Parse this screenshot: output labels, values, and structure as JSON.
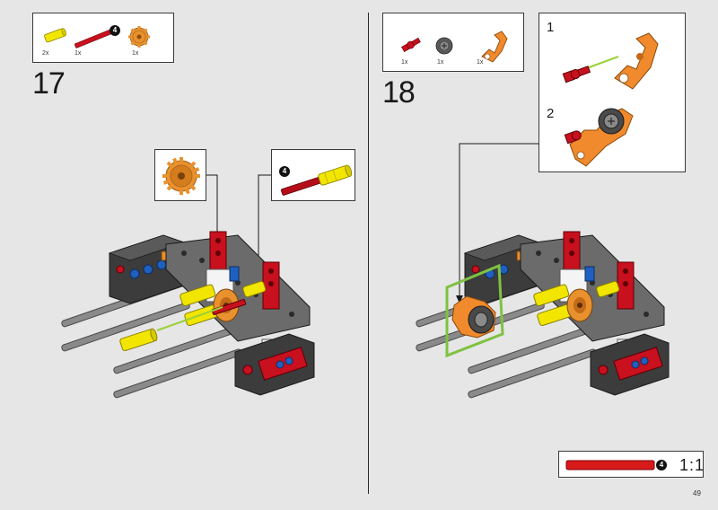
{
  "page_number": "49",
  "steps": [
    {
      "number": "17",
      "parts": [
        {
          "name": "yellow-axle-connector",
          "qty": "2x",
          "color": "#f2e600"
        },
        {
          "name": "red-axle-4",
          "qty": "1x",
          "color": "#c8101e",
          "badge": "4"
        },
        {
          "name": "orange-gear-16-tooth",
          "qty": "1x",
          "color": "#e8912e"
        }
      ],
      "callouts": [
        {
          "name": "gear-callout",
          "color": "#e8912e"
        },
        {
          "name": "axle-callout",
          "badge": "4",
          "color": "#c8101e"
        }
      ]
    },
    {
      "number": "18",
      "parts": [
        {
          "name": "red-pin-with-axle",
          "qty": "1x",
          "color": "#c8101e"
        },
        {
          "name": "grey-ball-joint",
          "qty": "1x",
          "color": "#5a5a5a"
        },
        {
          "name": "orange-steering-arm",
          "qty": "1x",
          "color": "#f08a2c"
        }
      ],
      "substeps": [
        {
          "number": "1"
        },
        {
          "number": "2"
        }
      ]
    }
  ],
  "scale_reference": {
    "badge": "4",
    "ratio": "1:1",
    "color": "#d91a1a"
  },
  "colors": {
    "background": "#e6e6e6",
    "callout_arrow": "#9bd13a",
    "highlight_frame": "#7fc241",
    "grey_beam": "#6b6b6b",
    "dark_grey": "#3c3c3c",
    "red": "#c8101e",
    "yellow": "#f2e600",
    "orange": "#e8912e",
    "blue": "#1f5fbf"
  }
}
